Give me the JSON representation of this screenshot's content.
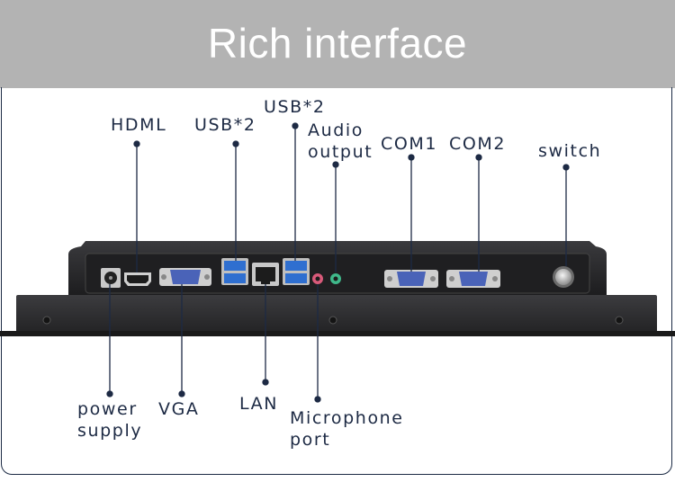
{
  "banner": {
    "title": "Rich interface"
  },
  "labels": {
    "hdml": "HDML",
    "usb_left": "USB*2",
    "usb_right": "USB*2",
    "audio": "Audio\noutput",
    "com1": "COM1",
    "com2": "COM2",
    "switch": "switch",
    "power": "power\nsupply",
    "vga": "VGA",
    "lan": "LAN",
    "mic": "Microphone\nport"
  },
  "colors": {
    "banner": "#b3b3b3",
    "label_text": "#1d2a44",
    "device_body": "#2a2a2c",
    "usb_blue": "#2f6fd0",
    "vga_blue": "#4a63b8",
    "mic_pink": "#d95a7a",
    "audio_green": "#3fb88a"
  }
}
